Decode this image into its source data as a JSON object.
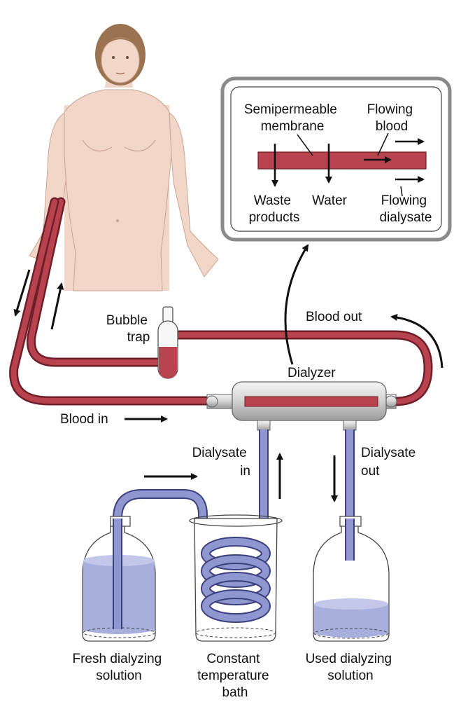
{
  "colors": {
    "blood_tube": "#b8434f",
    "blood_tube_edge": "#6e1f29",
    "dialysate_tube": "#8f96d0",
    "dialysate_tube_edge": "#3b417f",
    "liquid": "#a9afdd",
    "skin": "#f2d7c9",
    "hair": "#9c7350",
    "inset_frame": "#8a8a8a"
  },
  "inset": {
    "membrane_label": [
      "Semipermeable",
      "membrane"
    ],
    "blood_label": [
      "Flowing",
      "blood"
    ],
    "waste_label": [
      "Waste",
      "products"
    ],
    "water_label": "Water",
    "dialysate_label": [
      "Flowing",
      "dialysate"
    ]
  },
  "labels": {
    "bubble_trap": [
      "Bubble",
      "trap"
    ],
    "blood_out": "Blood out",
    "dialyzer": "Dialyzer",
    "blood_in": "Blood in",
    "dialysate_in": [
      "Dialysate",
      "in"
    ],
    "dialysate_out": [
      "Dialysate",
      "out"
    ],
    "fresh_solution": [
      "Fresh dialyzing",
      "solution"
    ],
    "bath": [
      "Constant",
      "temperature",
      "bath"
    ],
    "used_solution": [
      "Used dialyzing",
      "solution"
    ]
  }
}
